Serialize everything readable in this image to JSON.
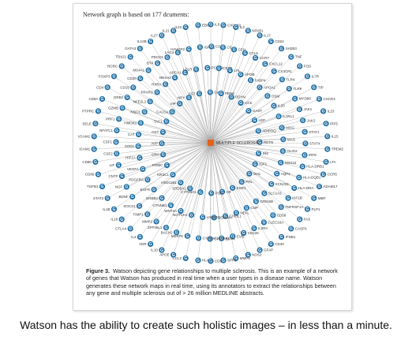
{
  "figure": {
    "header": "Network graph is based on 177 dcuments:",
    "hub_label": "MULTIPLE SCLEROSIS",
    "node_glyph": "G",
    "colors": {
      "hub": "#e2621b",
      "node": "#1f6fa4",
      "edge": "#a7a7a7"
    },
    "nodes": [
      "IL6",
      "CXCL10",
      "IL2",
      "NFKB1",
      "IL17",
      "CD24",
      "SH2B3",
      "TNF",
      "FOS",
      "IL7R",
      "TIP",
      "CXCR4",
      "IL23",
      "IRF5",
      "IL15",
      "TREM2",
      "LTA",
      "CCR5",
      "ADAM17",
      "MBP",
      "PLP1",
      "FAS",
      "CASP3",
      "IFNB1",
      "CD40",
      "GFAP",
      "NOS2",
      "MMP9",
      "SPP1",
      "CD6",
      "HLA-A",
      "CCL2",
      "APOE",
      "IL10",
      "VDR",
      "IL4",
      "CTLA4",
      "IL18",
      "IL1B",
      "STAT3",
      "TGFB1",
      "CD86",
      "CD80",
      "ICAM1",
      "VCAM1",
      "SELE",
      "PTPRC",
      "CD8A",
      "CD4",
      "FOXP3",
      "RORC",
      "TBX21",
      "GATA3",
      "IL12B",
      "IL27",
      "IL21",
      "IL22",
      "EBI3",
      "CCL5",
      "CCR7",
      "CXCL12",
      "CX3CR1",
      "TLR4",
      "TLR9",
      "MYD88",
      "JAK1",
      "JAK2",
      "STAT1",
      "STAT4",
      "IRF8",
      "HLA-DRB1",
      "HLA-DQB1",
      "HLA-DRA",
      "KIF1B",
      "TNFRSF1A",
      "CD58",
      "CLEC16A",
      "IL2RA",
      "CD226",
      "EVI5",
      "RGS1",
      "CYP27B1",
      "CYP24A1",
      "MERTK",
      "BACH2",
      "ZFP36L1",
      "MMP2",
      "TIMP1",
      "SOCS1",
      "BDNF",
      "NGF",
      "CNTF",
      "LIF",
      "CSF2",
      "CSF1",
      "NFATC1",
      "PRF1",
      "GZMB",
      "GRB2",
      "CD19",
      "CD20",
      "MS4A1",
      "BTK",
      "PDCD1",
      "LAG3",
      "HAVCR2",
      "IGHG1",
      "C3",
      "C5",
      "CFH",
      "APOA1",
      "OSM",
      "IL33",
      "IL1RL1",
      "MOG",
      "MAG",
      "OLIG2",
      "SOX10",
      "AQP4",
      "KCNJ10",
      "SLC1A2",
      "GRIN2B",
      "CNP",
      "NEFL",
      "CHI3L1",
      "SEMA4A",
      "LINGO1",
      "NOTCH1",
      "WNT3A",
      "CTNNB1",
      "ERBB2",
      "EGFR",
      "PDGFRA",
      "VEGFA",
      "HIF1A",
      "SOD1",
      "CAT",
      "HMOX1",
      "NQO1",
      "NFE2L2",
      "PPARG",
      "RXRA",
      "NR1H3",
      "ABCA1",
      "LDLR",
      "PCSK9",
      "CETP",
      "LPL",
      "APOB",
      "FABP4",
      "LEP",
      "ADIPOQ",
      "RETN",
      "INS",
      "IGF1",
      "GH1",
      "PRL",
      "ESR1",
      "AR",
      "PGR",
      "CYP19A1",
      "SRD5A1",
      "HSD11B1",
      "NR3C1",
      "POMC",
      "CRH",
      "AVP",
      "OXT",
      "TAC1",
      "CALCA",
      "VIP",
      "NPY",
      "SST",
      "GAL",
      "PENK",
      "PDYN",
      "CCK",
      "GAST"
    ]
  }
}
